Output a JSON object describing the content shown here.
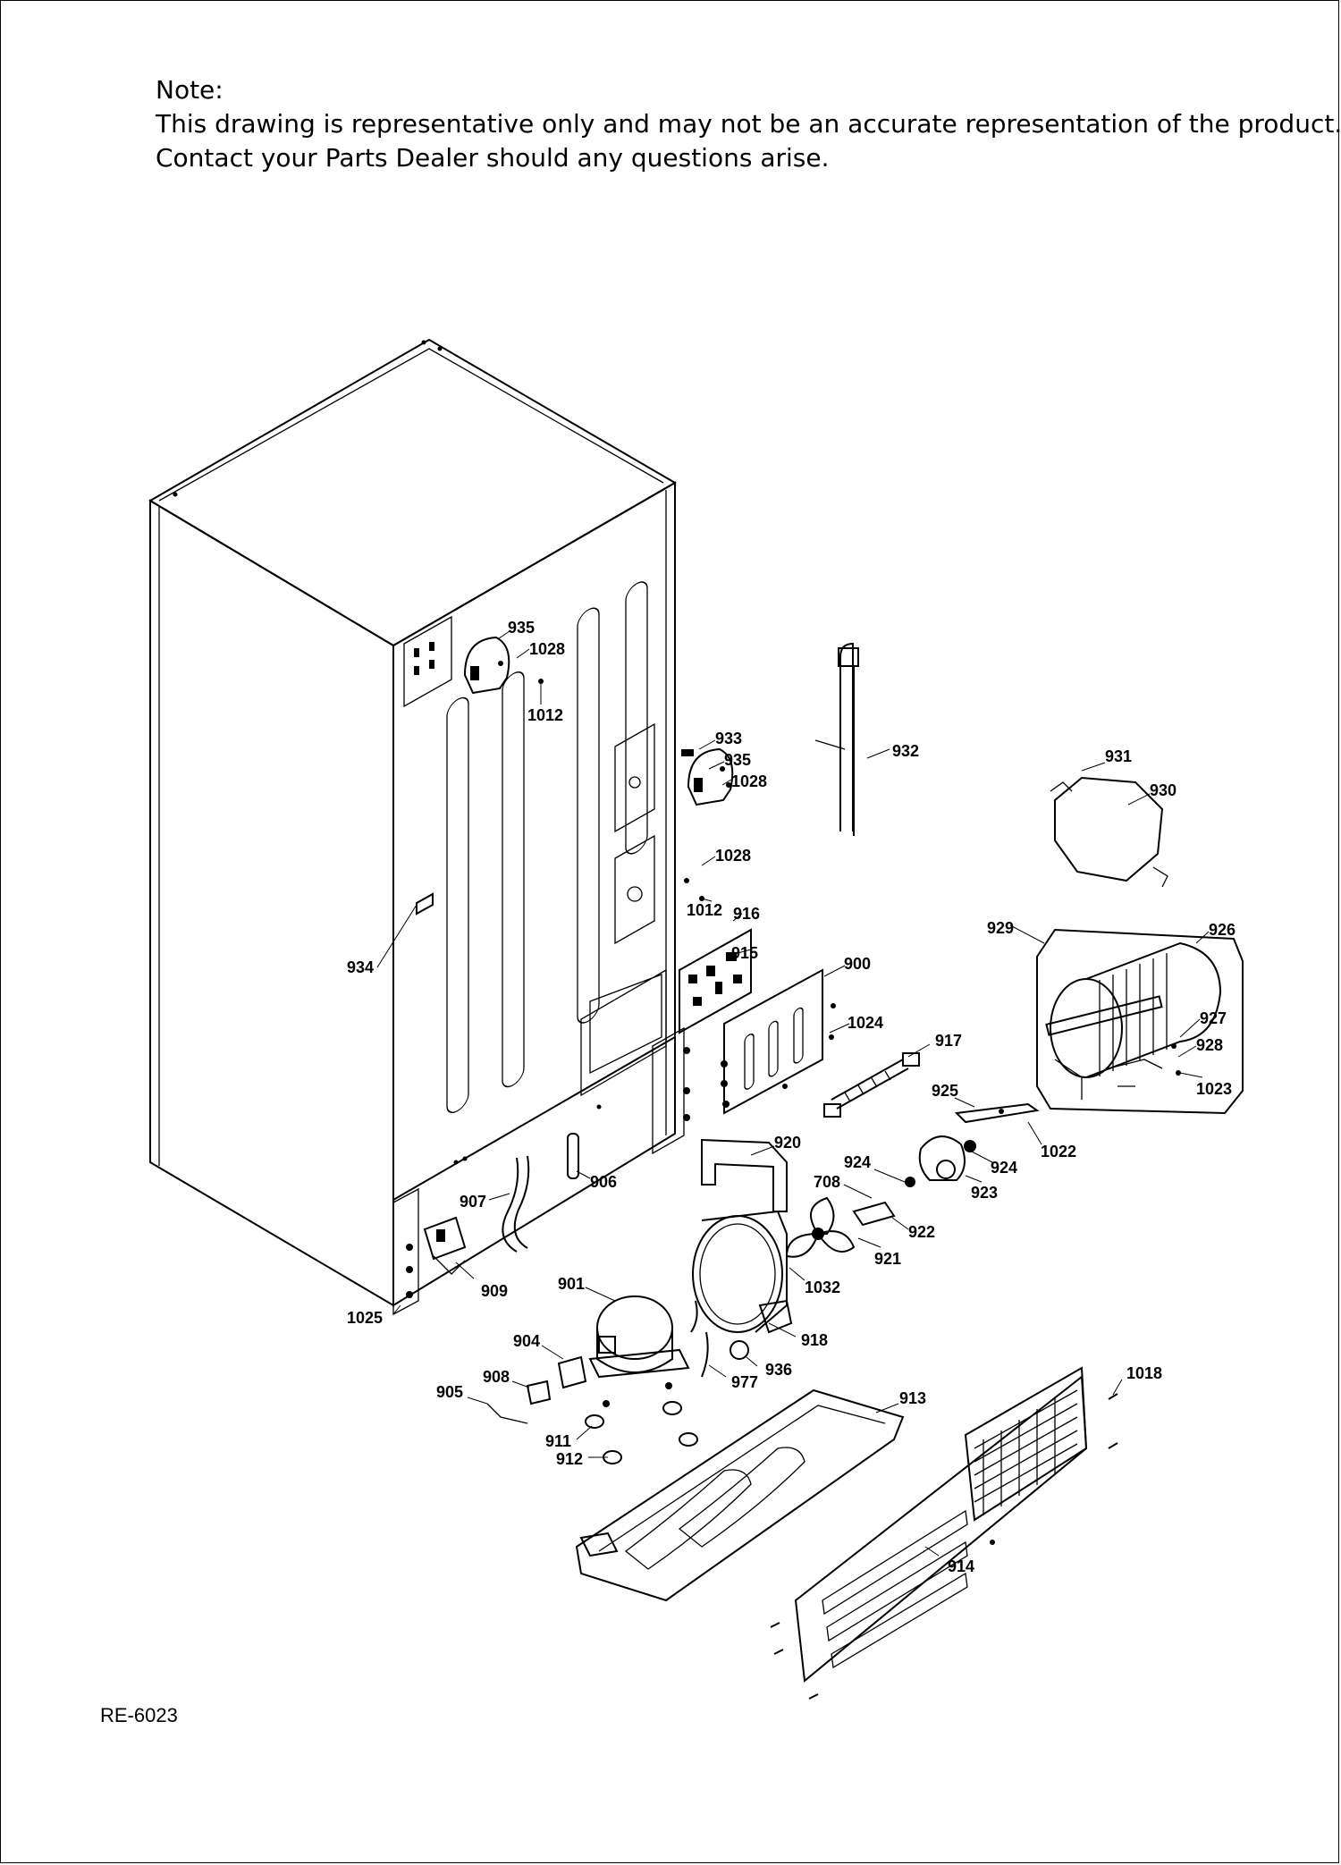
{
  "note": {
    "heading": "Note:",
    "line1": "This drawing is representative only and may not be an accurate representation of the product.",
    "line2": "Contact your Parts Dealer should any questions arise."
  },
  "drawing_code": "RE-6023",
  "parts": [
    {
      "id": "p935a",
      "label": "935"
    },
    {
      "id": "p1028a",
      "label": "1028"
    },
    {
      "id": "p1012a",
      "label": "1012"
    },
    {
      "id": "p933",
      "label": "933"
    },
    {
      "id": "p935b",
      "label": "935"
    },
    {
      "id": "p1028b",
      "label": "1028"
    },
    {
      "id": "p1028c",
      "label": "1028"
    },
    {
      "id": "p1012b",
      "label": "1012"
    },
    {
      "id": "p916",
      "label": "916"
    },
    {
      "id": "p915",
      "label": "915"
    },
    {
      "id": "p932",
      "label": "932"
    },
    {
      "id": "p931",
      "label": "931"
    },
    {
      "id": "p930",
      "label": "930"
    },
    {
      "id": "p929",
      "label": "929"
    },
    {
      "id": "p926",
      "label": "926"
    },
    {
      "id": "p927",
      "label": "927"
    },
    {
      "id": "p928",
      "label": "928"
    },
    {
      "id": "p1023",
      "label": "1023"
    },
    {
      "id": "p900",
      "label": "900"
    },
    {
      "id": "p1024",
      "label": "1024"
    },
    {
      "id": "p917",
      "label": "917"
    },
    {
      "id": "p925",
      "label": "925"
    },
    {
      "id": "p1022",
      "label": "1022"
    },
    {
      "id": "p934",
      "label": "934"
    },
    {
      "id": "p920",
      "label": "920"
    },
    {
      "id": "p924a",
      "label": "924"
    },
    {
      "id": "p924b",
      "label": "924"
    },
    {
      "id": "p708",
      "label": "708"
    },
    {
      "id": "p923",
      "label": "923"
    },
    {
      "id": "p922",
      "label": "922"
    },
    {
      "id": "p921",
      "label": "921"
    },
    {
      "id": "p906",
      "label": "906"
    },
    {
      "id": "p907",
      "label": "907"
    },
    {
      "id": "p909",
      "label": "909"
    },
    {
      "id": "p1032",
      "label": "1032"
    },
    {
      "id": "p901",
      "label": "901"
    },
    {
      "id": "p918",
      "label": "918"
    },
    {
      "id": "p1025",
      "label": "1025"
    },
    {
      "id": "p904",
      "label": "904"
    },
    {
      "id": "p936",
      "label": "936"
    },
    {
      "id": "p977",
      "label": "977"
    },
    {
      "id": "p908",
      "label": "908"
    },
    {
      "id": "p905",
      "label": "905"
    },
    {
      "id": "p913",
      "label": "913"
    },
    {
      "id": "p1018",
      "label": "1018"
    },
    {
      "id": "p911",
      "label": "911"
    },
    {
      "id": "p912",
      "label": "912"
    },
    {
      "id": "p914",
      "label": "914"
    }
  ]
}
